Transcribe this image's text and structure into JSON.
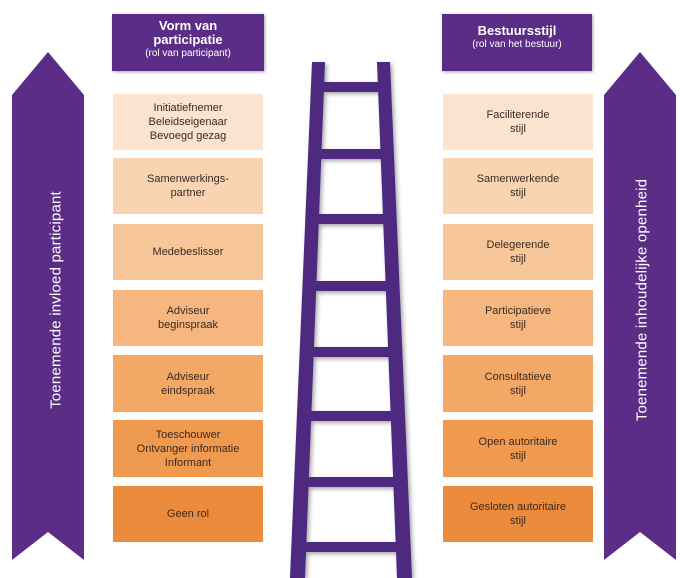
{
  "left_arrow": {
    "label": "Toenemende invloed participant",
    "color": "#5b2d87"
  },
  "right_arrow": {
    "label": "Toenemende inhoudelijke openheid",
    "color": "#5b2d87"
  },
  "left_header": {
    "title": "Vorm van participatie",
    "subtitle": "(rol van participant)"
  },
  "right_header": {
    "title": "Bestuursstijl",
    "subtitle": "(rol van het bestuur)"
  },
  "levels_left": [
    "Initiatiefnemer\nBeleidseigenaar\nBevoegd gezag",
    "Samenwerkings-\npartner",
    "Medebeslisser",
    "Adviseur\nbeginspraak",
    "Adviseur\neindspraak",
    "Toeschouwer\nOntvanger informatie\nInformant",
    "Geen rol"
  ],
  "levels_right": [
    "Faciliterende\nstijl",
    "Samenwerkende\nstijl",
    "Delegerende\nstijl",
    "Participatieve\nstijl",
    "Consultatieve\nstijl",
    "Open autoritaire\nstijl",
    "Gesloten autoritaire\nstijl"
  ],
  "level_colors": [
    "#fbe3cf",
    "#f9d4b3",
    "#f7c699",
    "#f5b77f",
    "#f3a866",
    "#f09a4f",
    "#ec8b3b"
  ],
  "header_color": "#5b2d87",
  "ladder_color": "#4e2a80"
}
